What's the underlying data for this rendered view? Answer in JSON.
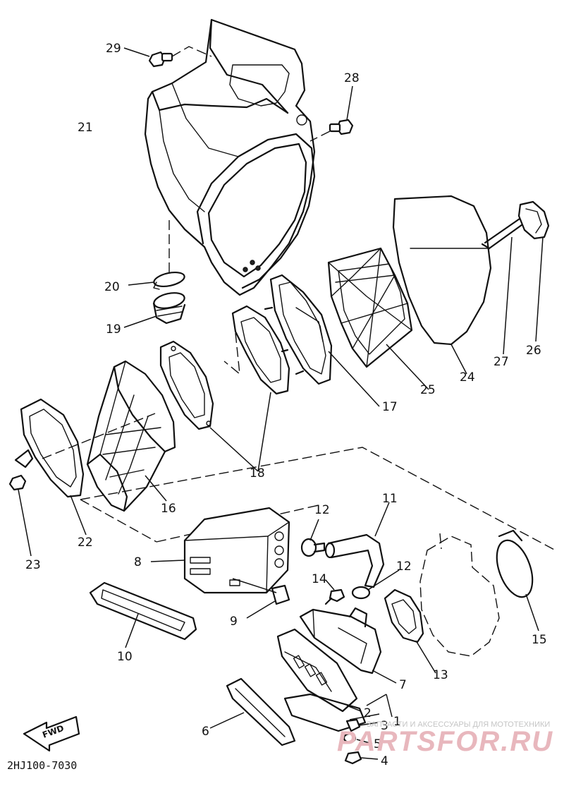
{
  "diagram": {
    "code": "2HJ100-7030",
    "fwd_label": "FWD",
    "callouts": [
      "1",
      "2",
      "3",
      "4",
      "5",
      "6",
      "7",
      "8",
      "9",
      "10",
      "11",
      "12",
      "13",
      "14",
      "15",
      "16",
      "17",
      "18",
      "19",
      "20",
      "21",
      "22",
      "23",
      "24",
      "25",
      "26",
      "27",
      "28",
      "29"
    ]
  },
  "watermark": {
    "subtitle": "ЗАПЧАСТИ И АКСЕССУАРЫ ДЛЯ МОТОТЕХНИКИ",
    "brand": "PARTSFOR.RU",
    "color": "#e8b7bd"
  }
}
